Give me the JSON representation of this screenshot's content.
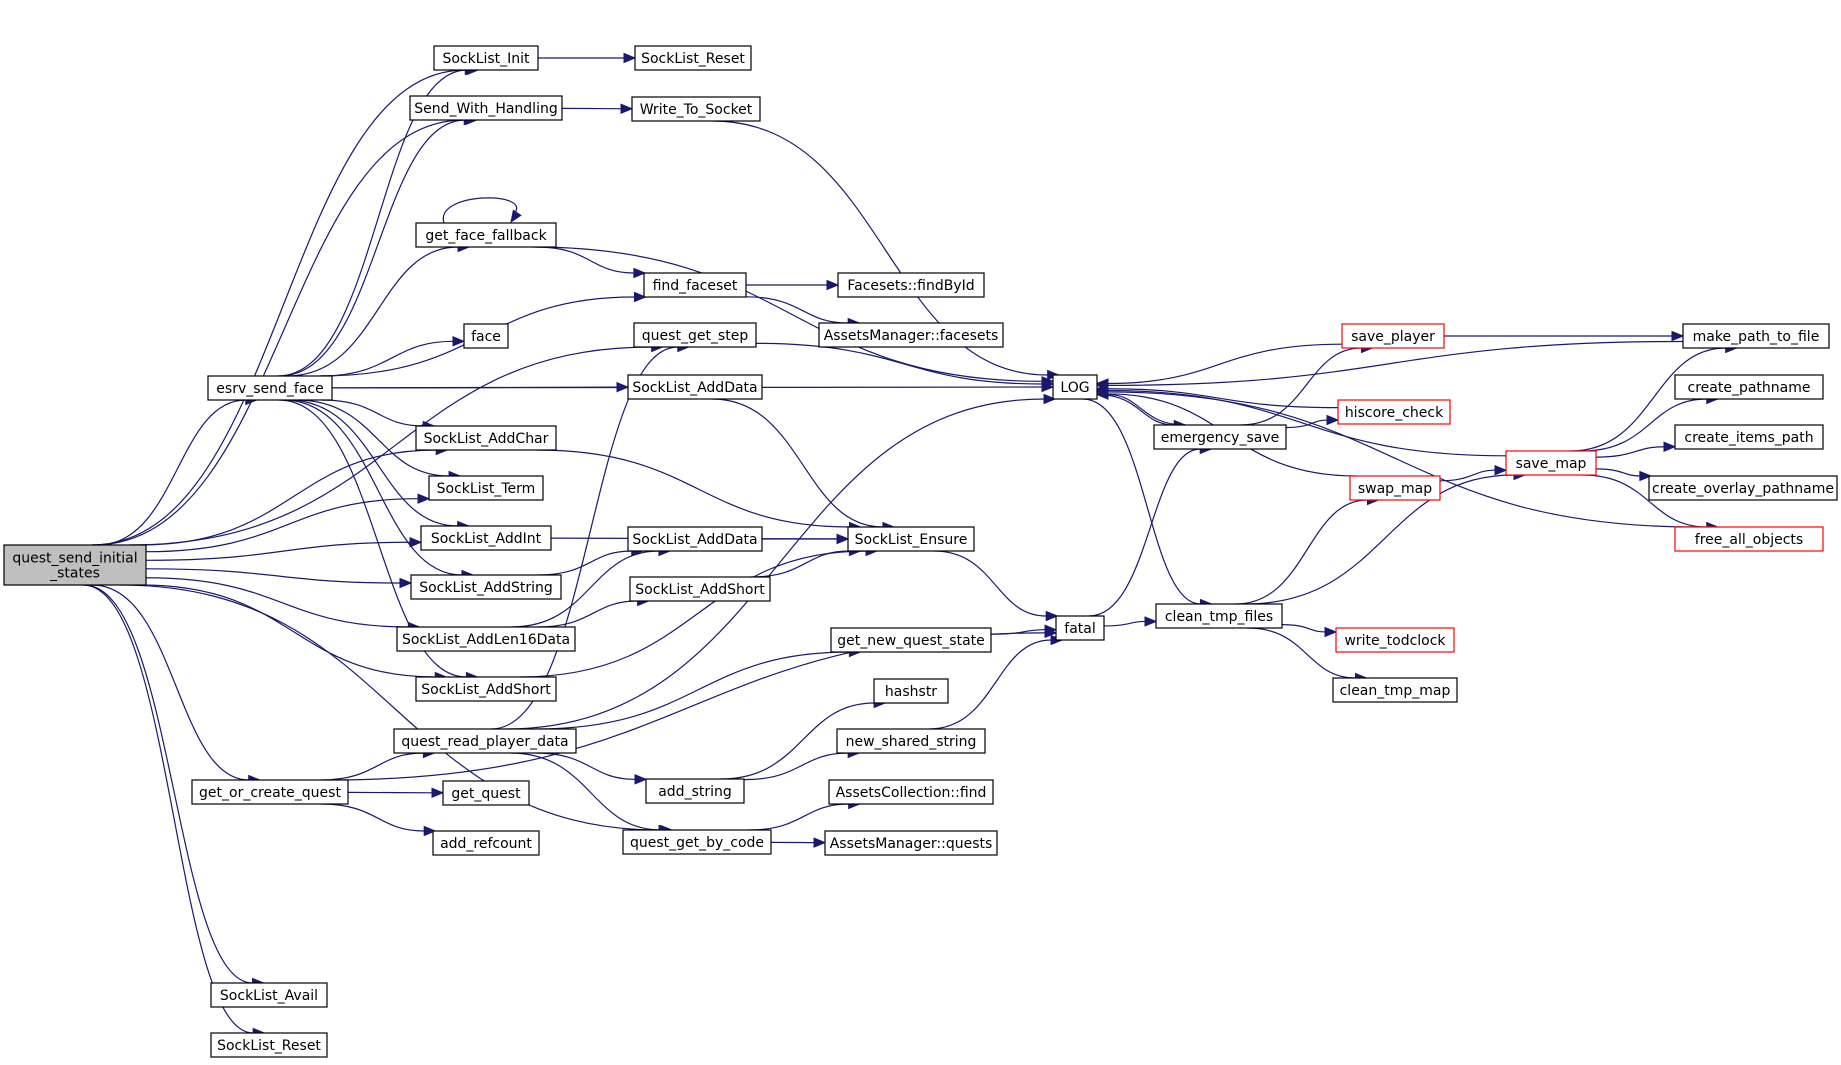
{
  "diagram": {
    "type": "call-graph",
    "colors": {
      "edge": "#191970",
      "node_border": "#000000",
      "node_border_truncated": "#ff0000",
      "root_fill": "#bfbfbf",
      "node_fill": "#ffffff"
    },
    "nodes": [
      {
        "id": "root",
        "lines": [
          "quest_send_initial",
          "_states"
        ],
        "root": true
      },
      {
        "id": "esrv",
        "lines": [
          "esrv_send_face"
        ]
      },
      {
        "id": "goc",
        "lines": [
          "get_or_create_quest"
        ]
      },
      {
        "id": "avail",
        "lines": [
          "SockList_Avail"
        ]
      },
      {
        "id": "reset2",
        "lines": [
          "SockList_Reset"
        ]
      },
      {
        "id": "init",
        "lines": [
          "SockList_Init"
        ]
      },
      {
        "id": "swh",
        "lines": [
          "Send_With_Handling"
        ]
      },
      {
        "id": "gff",
        "lines": [
          "get_face_fallback"
        ]
      },
      {
        "id": "face",
        "lines": [
          "face"
        ]
      },
      {
        "id": "addchar",
        "lines": [
          "SockList_AddChar"
        ]
      },
      {
        "id": "term",
        "lines": [
          "SockList_Term"
        ]
      },
      {
        "id": "addint",
        "lines": [
          "SockList_AddInt"
        ]
      },
      {
        "id": "addstring",
        "lines": [
          "SockList_AddString"
        ]
      },
      {
        "id": "addlen16",
        "lines": [
          "SockList_AddLen16Data"
        ]
      },
      {
        "id": "addshort1",
        "lines": [
          "SockList_AddShort"
        ]
      },
      {
        "id": "qrpd",
        "lines": [
          "quest_read_player_data"
        ]
      },
      {
        "id": "getquest",
        "lines": [
          "get_quest"
        ]
      },
      {
        "id": "addref",
        "lines": [
          "add_refcount"
        ]
      },
      {
        "id": "reset1",
        "lines": [
          "SockList_Reset"
        ]
      },
      {
        "id": "wts",
        "lines": [
          "Write_To_Socket"
        ]
      },
      {
        "id": "findfs",
        "lines": [
          "find_faceset"
        ]
      },
      {
        "id": "qgs",
        "lines": [
          "quest_get_step"
        ]
      },
      {
        "id": "adddata1",
        "lines": [
          "SockList_AddData"
        ]
      },
      {
        "id": "adddata2",
        "lines": [
          "SockList_AddData"
        ]
      },
      {
        "id": "addshort2",
        "lines": [
          "SockList_AddShort"
        ]
      },
      {
        "id": "addstr",
        "lines": [
          "add_string"
        ]
      },
      {
        "id": "qgbc",
        "lines": [
          "quest_get_by_code"
        ]
      },
      {
        "id": "fbi",
        "lines": [
          "Facesets::findById"
        ]
      },
      {
        "id": "amf",
        "lines": [
          "AssetsManager::facesets"
        ]
      },
      {
        "id": "ensure",
        "lines": [
          "SockList_Ensure"
        ]
      },
      {
        "id": "gnqs",
        "lines": [
          "get_new_quest_state"
        ]
      },
      {
        "id": "hashstr",
        "lines": [
          "hashstr"
        ]
      },
      {
        "id": "nss",
        "lines": [
          "new_shared_string"
        ]
      },
      {
        "id": "acf",
        "lines": [
          "AssetsCollection::find"
        ]
      },
      {
        "id": "amq",
        "lines": [
          "AssetsManager::quests"
        ]
      },
      {
        "id": "log",
        "lines": [
          "LOG"
        ]
      },
      {
        "id": "fatal",
        "lines": [
          "fatal"
        ]
      },
      {
        "id": "esave",
        "lines": [
          "emergency_save"
        ]
      },
      {
        "id": "ctf",
        "lines": [
          "clean_tmp_files"
        ]
      },
      {
        "id": "splayer",
        "lines": [
          "save_player"
        ],
        "truncated": true
      },
      {
        "id": "hiscore",
        "lines": [
          "hiscore_check"
        ],
        "truncated": true
      },
      {
        "id": "swap",
        "lines": [
          "swap_map"
        ],
        "truncated": true
      },
      {
        "id": "wtod",
        "lines": [
          "write_todclock"
        ],
        "truncated": true
      },
      {
        "id": "ctm",
        "lines": [
          "clean_tmp_map"
        ]
      },
      {
        "id": "smap",
        "lines": [
          "save_map"
        ],
        "truncated": true
      },
      {
        "id": "mptf",
        "lines": [
          "make_path_to_file"
        ]
      },
      {
        "id": "cpn",
        "lines": [
          "create_pathname"
        ]
      },
      {
        "id": "cip",
        "lines": [
          "create_items_path"
        ]
      },
      {
        "id": "cop",
        "lines": [
          "create_overlay_pathname"
        ]
      },
      {
        "id": "fao",
        "lines": [
          "free_all_objects"
        ],
        "truncated": true
      }
    ],
    "edges": [
      [
        "root",
        "esrv"
      ],
      [
        "root",
        "goc"
      ],
      [
        "root",
        "avail"
      ],
      [
        "root",
        "reset2"
      ],
      [
        "root",
        "init"
      ],
      [
        "root",
        "swh"
      ],
      [
        "root",
        "qgs"
      ],
      [
        "root",
        "addchar"
      ],
      [
        "root",
        "term"
      ],
      [
        "root",
        "addint"
      ],
      [
        "root",
        "addstring"
      ],
      [
        "root",
        "addlen16"
      ],
      [
        "root",
        "addshort1"
      ],
      [
        "root",
        "qgbc"
      ],
      [
        "esrv",
        "init"
      ],
      [
        "esrv",
        "swh"
      ],
      [
        "esrv",
        "gff"
      ],
      [
        "esrv",
        "findfs"
      ],
      [
        "esrv",
        "face"
      ],
      [
        "esrv",
        "adddata1"
      ],
      [
        "esrv",
        "addchar"
      ],
      [
        "esrv",
        "term"
      ],
      [
        "esrv",
        "addint"
      ],
      [
        "esrv",
        "addstring"
      ],
      [
        "esrv",
        "addshort1"
      ],
      [
        "esrv",
        "log"
      ],
      [
        "init",
        "reset1"
      ],
      [
        "swh",
        "wts"
      ],
      [
        "wts",
        "log"
      ],
      [
        "gff",
        "gff"
      ],
      [
        "gff",
        "findfs"
      ],
      [
        "gff",
        "log"
      ],
      [
        "findfs",
        "fbi"
      ],
      [
        "findfs",
        "amf"
      ],
      [
        "qgs",
        "log"
      ],
      [
        "adddata1",
        "ensure"
      ],
      [
        "addchar",
        "ensure"
      ],
      [
        "addint",
        "ensure"
      ],
      [
        "addstring",
        "adddata2"
      ],
      [
        "adddata2",
        "ensure"
      ],
      [
        "addlen16",
        "adddata2"
      ],
      [
        "addlen16",
        "addshort2"
      ],
      [
        "addshort2",
        "ensure"
      ],
      [
        "addshort1",
        "ensure"
      ],
      [
        "goc",
        "qrpd"
      ],
      [
        "goc",
        "getquest"
      ],
      [
        "goc",
        "addref"
      ],
      [
        "goc",
        "fatal"
      ],
      [
        "qrpd",
        "qgs"
      ],
      [
        "qrpd",
        "log"
      ],
      [
        "qrpd",
        "gnqs"
      ],
      [
        "qrpd",
        "addstr"
      ],
      [
        "qrpd",
        "qgbc"
      ],
      [
        "addstr",
        "hashstr"
      ],
      [
        "addstr",
        "nss"
      ],
      [
        "nss",
        "fatal"
      ],
      [
        "gnqs",
        "fatal"
      ],
      [
        "qgbc",
        "acf"
      ],
      [
        "qgbc",
        "amq"
      ],
      [
        "ensure",
        "fatal"
      ],
      [
        "fatal",
        "esave"
      ],
      [
        "fatal",
        "ctf"
      ],
      [
        "log",
        "esave"
      ],
      [
        "log",
        "ctf"
      ],
      [
        "esave",
        "log"
      ],
      [
        "esave",
        "splayer"
      ],
      [
        "esave",
        "hiscore"
      ],
      [
        "splayer",
        "log"
      ],
      [
        "splayer",
        "mptf"
      ],
      [
        "hiscore",
        "log"
      ],
      [
        "swap",
        "log"
      ],
      [
        "swap",
        "smap"
      ],
      [
        "ctf",
        "swap"
      ],
      [
        "ctf",
        "smap"
      ],
      [
        "ctf",
        "wtod"
      ],
      [
        "ctf",
        "ctm"
      ],
      [
        "smap",
        "mptf"
      ],
      [
        "smap",
        "cpn"
      ],
      [
        "smap",
        "cip"
      ],
      [
        "smap",
        "cop"
      ],
      [
        "smap",
        "fao"
      ],
      [
        "smap",
        "log"
      ],
      [
        "mptf",
        "log"
      ],
      [
        "fao",
        "log"
      ]
    ]
  }
}
